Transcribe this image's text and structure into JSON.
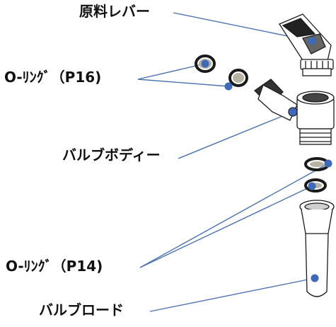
{
  "labels": {
    "lever": "原料レバー",
    "oring_p16": "O-ﾘﾝｸﾞ（P16)",
    "valve_body": "バルブボディー",
    "oring_p14": "O-ﾘﾝｸﾞ（P14)",
    "valve_rod": "バルブロード"
  },
  "colors": {
    "leader_line": "#4a72b0",
    "part_fill": "#ffffff",
    "part_stroke": "#1a1a1a",
    "dot_fill": "#3e68b8",
    "oring_fill": "#b8b2a3"
  }
}
